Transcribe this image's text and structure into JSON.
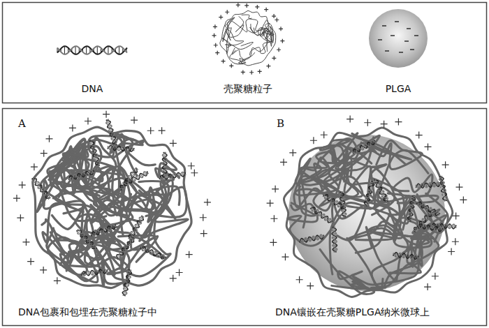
{
  "diagram": {
    "labels": [
      "A",
      "DNA包裹和包埋在壳聚糖粒子中",
      "B",
      "DNA镶嵌在壳聚糖PLGA纳米微球上"
    ],
    "legend": [
      {
        "text": "DNA"
      },
      {
        "text": "壳聚糖粒子"
      },
      {
        "text": "PLGA"
      }
    ]
  }
}
